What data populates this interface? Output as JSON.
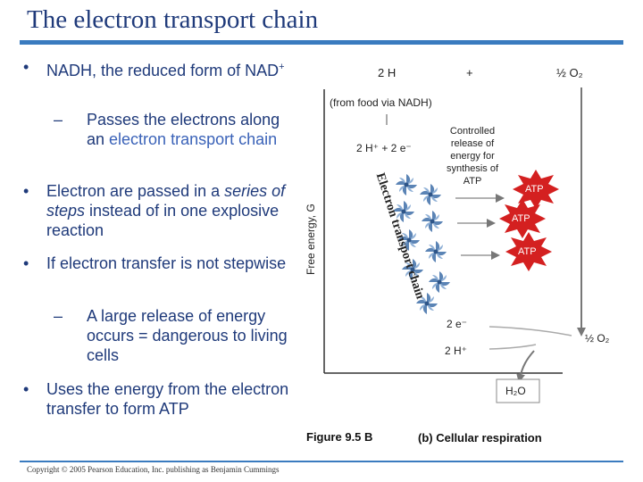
{
  "title": "The electron transport chain",
  "bullets": {
    "b1": "NADH, the reduced form of NAD",
    "b1_sup": "+",
    "b1_sub_a": "Passes the electrons along an ",
    "b1_sub_hl": "electron transport chain",
    "b2_a": "Electron are passed in a ",
    "b2_em": "series of steps",
    "b2_b": " instead of in one explosive reaction",
    "b3": "If electron transfer is not stepwise",
    "b3_sub": "A large release of energy occurs = dangerous to living cells",
    "b4": "Uses the energy from the electron transfer to form ATP",
    "bullet_mark": "•",
    "dash_mark": "–"
  },
  "figure": {
    "top_2H": "2 H",
    "top_plus": "+",
    "top_o2": "½ O₂",
    "from_food": "(from food via NADH)",
    "h_e": "2 H⁺ + 2 e⁻",
    "controlled": "Controlled release of energy for synthesis of ATP",
    "atp1": "ATP",
    "atp2": "ATP",
    "atp3": "ATP",
    "y_axis": "Free energy, G",
    "etc_label": "Electron transport chain",
    "e_bottom": "2 e⁻",
    "h_bottom": "2 H⁺",
    "o2_bottom": "½ O₂",
    "water": "H₂O",
    "figure_num": "Figure 9.5 B",
    "caption": "(b) Cellular respiration",
    "colors": {
      "accent": "#3a7bbf",
      "title": "#1f3a7a",
      "atp": "#d42020",
      "carrier": "#5b84b5"
    }
  },
  "copyright": "Copyright © 2005 Pearson Education, Inc. publishing as Benjamin Cummings"
}
